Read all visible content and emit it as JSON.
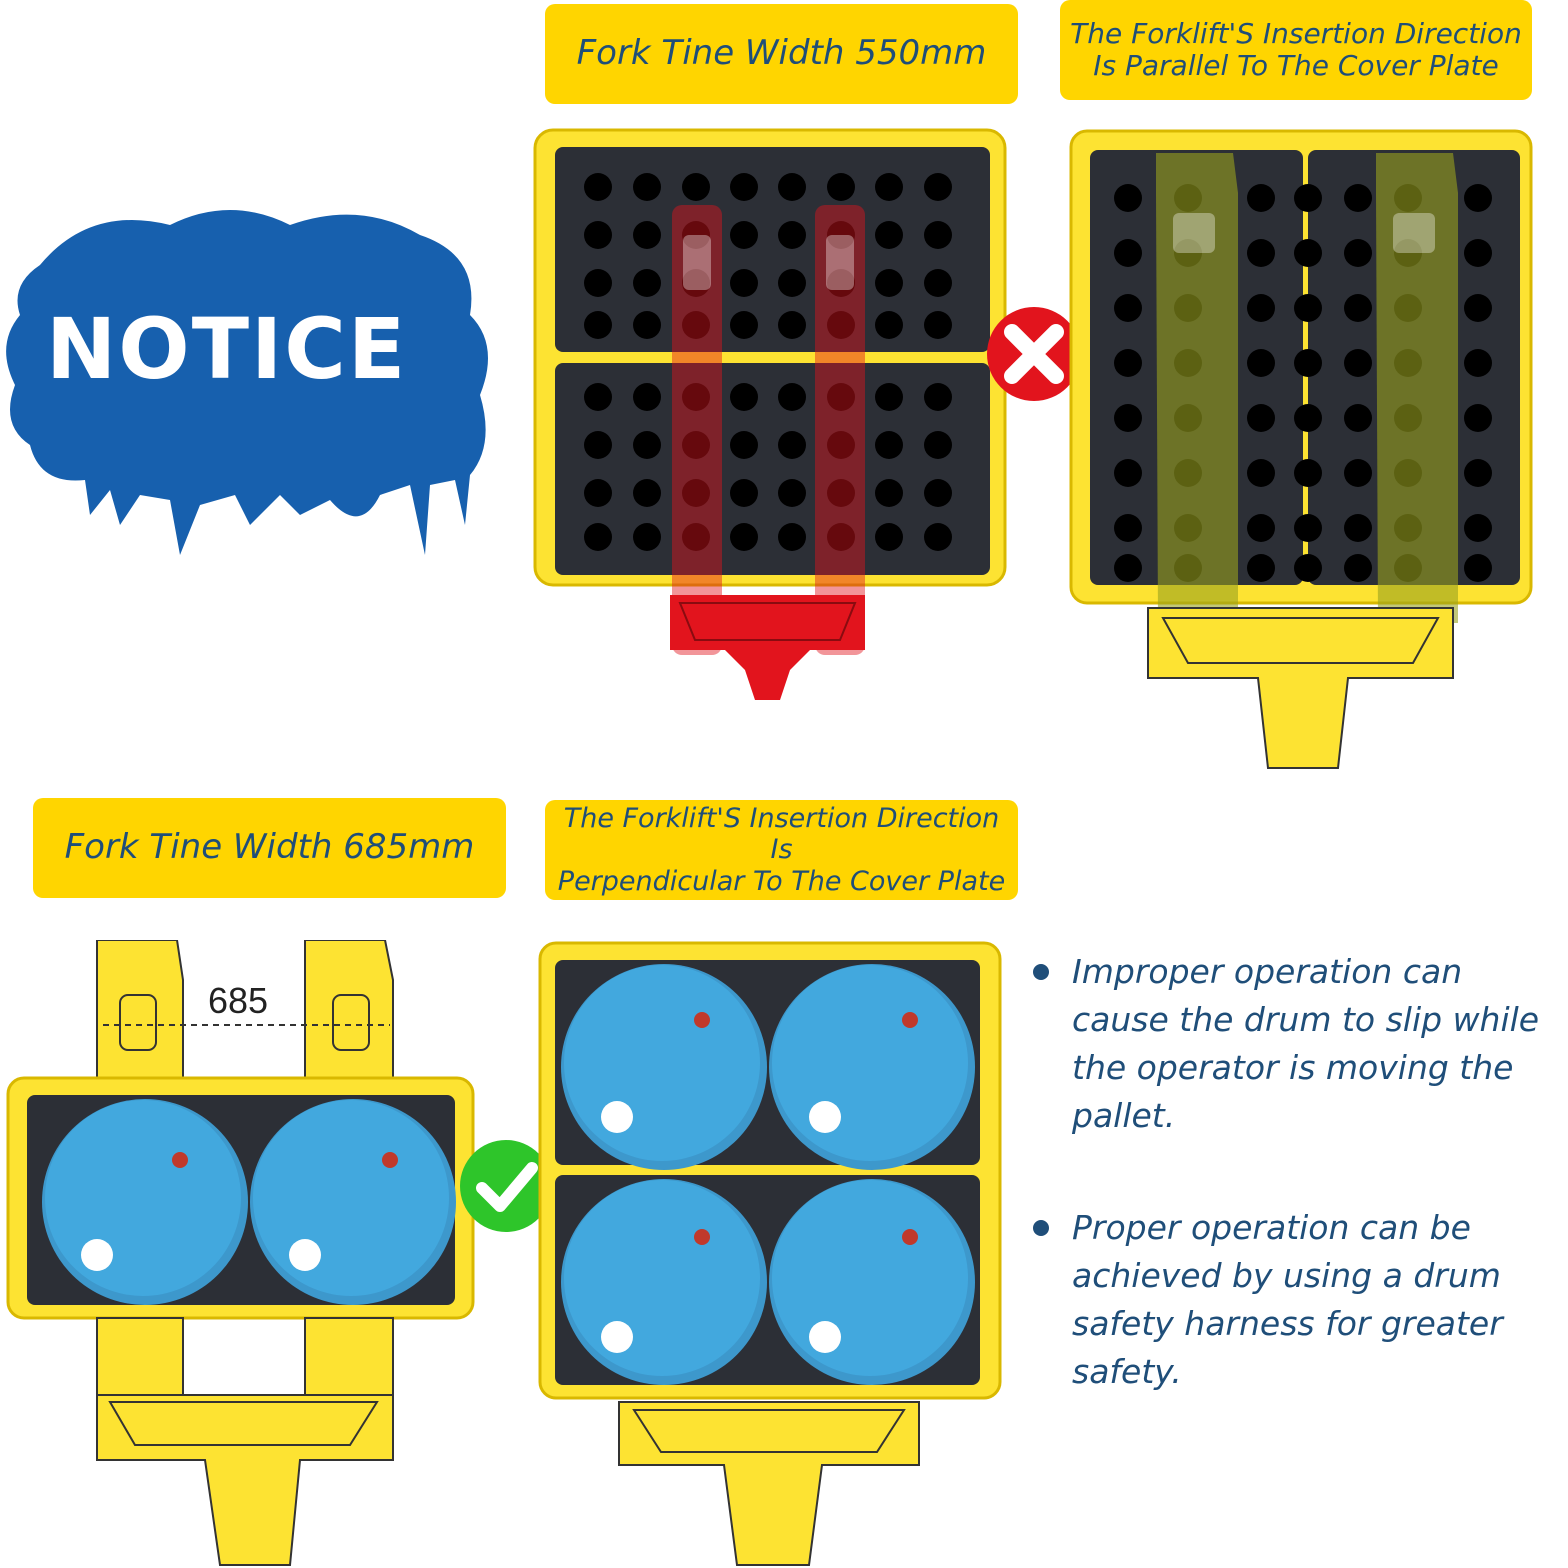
{
  "notice": {
    "label": "NOTICE"
  },
  "labels": {
    "width_550": "Fork Tine Width 550mm",
    "parallel_line1": "The Forklift'S Insertion Direction",
    "parallel_line2": "Is Parallel To The Cover Plate",
    "width_685": "Fork Tine Width 685mm",
    "perpendicular_line1": "The Forklift'S Insertion Direction Is",
    "perpendicular_line2": "Perpendicular To The Cover Plate"
  },
  "dimension": {
    "value": "685"
  },
  "bullets": [
    {
      "text": "Improper operation can cause the drum to slip while the operator is moving the pallet."
    },
    {
      "text": "Proper operation can be achieved by using a drum safety harness for greater safety."
    }
  ],
  "icons": {
    "wrong": "x-mark-icon",
    "right": "check-mark-icon"
  },
  "colors": {
    "label_bg": "#ffd500",
    "label_text": "#1f4e79",
    "notice_blue": "#1760ae",
    "pallet_yellow": "#fde332",
    "pallet_dark": "#2c2f36",
    "drum_blue": "#42a8de",
    "wrong_red": "#e2141d",
    "right_green": "#2ec52a"
  }
}
